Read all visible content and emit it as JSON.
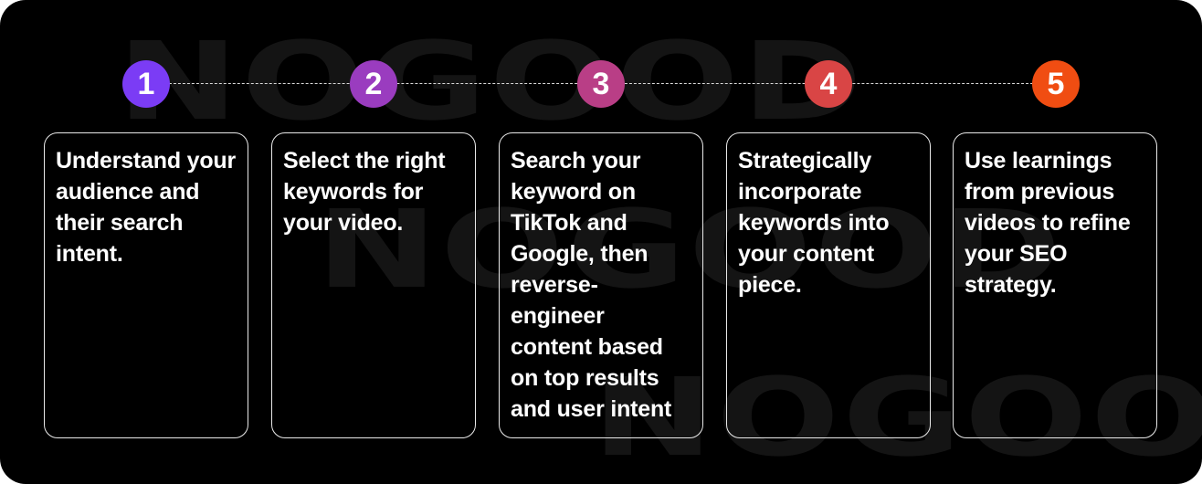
{
  "watermark": {
    "text": "NOGOOD"
  },
  "steps": [
    {
      "number": "1",
      "color": "#7b3cf5",
      "text": "Understand your audience and their search intent."
    },
    {
      "number": "2",
      "color": "#9a3cbf",
      "text": "Select the right keywords for your video."
    },
    {
      "number": "3",
      "color": "#b93e86",
      "text": "Search your keyword on TikTok and Google, then reverse-engineer content based on top results and user intent"
    },
    {
      "number": "4",
      "color": "#d94545",
      "text": "Strategically incorporate keywords into your content piece."
    },
    {
      "number": "5",
      "color": "#f04d12",
      "text": "Use learnings from previous videos to refine your SEO strategy."
    }
  ]
}
